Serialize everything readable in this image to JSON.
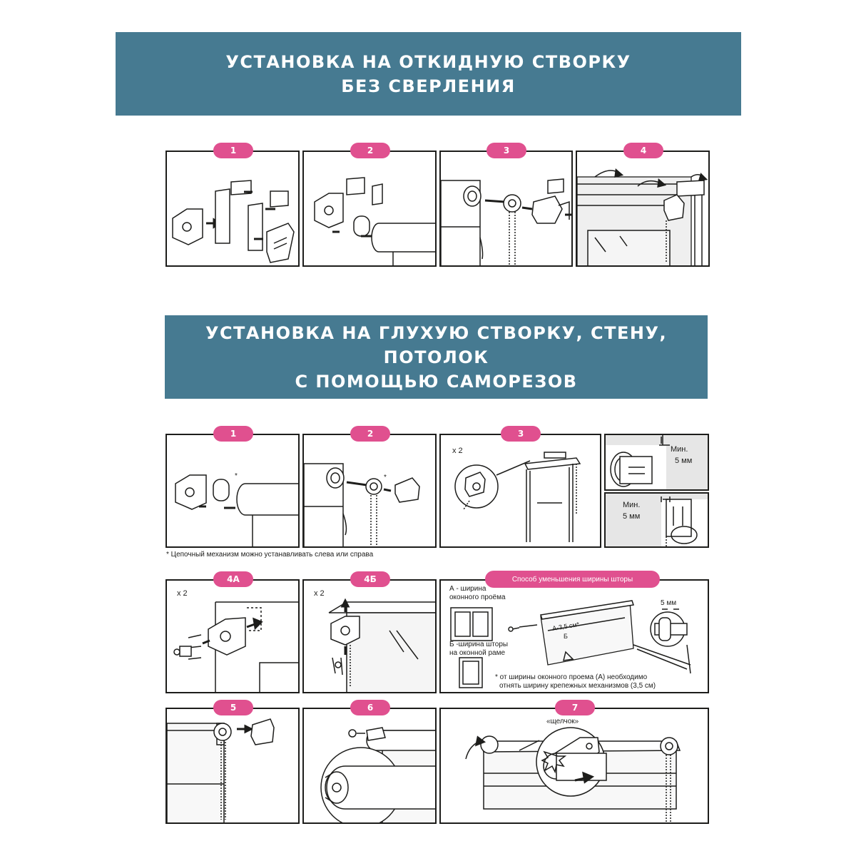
{
  "section1": {
    "title_line1": "УСТАНОВКА НА ОТКИДНУЮ СТВОРКУ",
    "title_line2": "БЕЗ СВЕРЛЕНИЯ",
    "steps": [
      "1",
      "2",
      "3",
      "4"
    ]
  },
  "section2": {
    "title_line1": "УСТАНОВКА НА ГЛУХУЮ СТВОРКУ, СТЕНУ, ПОТОЛОК",
    "title_line2": "С ПОМОЩЬЮ САМОРЕЗОВ",
    "steps": [
      "1",
      "2",
      "3",
      "4А",
      "4Б",
      "5",
      "6",
      "7"
    ],
    "multiplier": "x 2",
    "asterisk": "*",
    "min_label": "Мин.",
    "min_value": "5 мм",
    "chain_note": "* Цепочный механизм можно устанавливать слева или справа",
    "click_label": "«щелчок»"
  },
  "width_reduction": {
    "pill": "Способ уменьшения ширины шторы",
    "a_line1": "А - ширина",
    "a_line2": "оконного проёма",
    "b_line1": "Б -ширина  шторы",
    "b_line2": "на оконной раме",
    "formula": "А-3,5 см*",
    "b_mark": "Б",
    "gap": "5 мм",
    "note_line1": "* от ширины оконного проема (А) необходимо",
    "note_line2": "отнять ширину крепежных механизмов (3,5 см)"
  },
  "colors": {
    "banner": "#467a91",
    "badge": "#e0508f",
    "line": "#1d1d1b"
  }
}
